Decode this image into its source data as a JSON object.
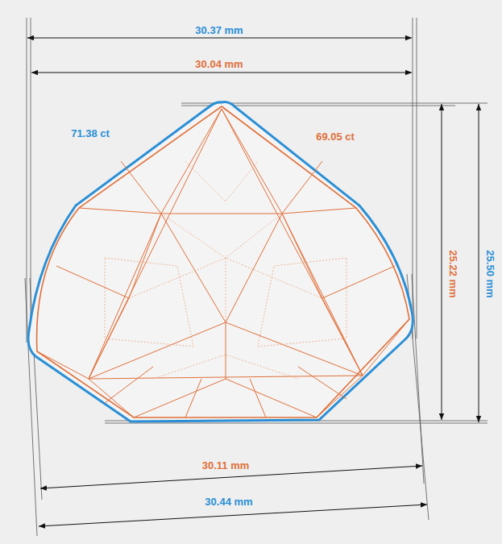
{
  "diagram": {
    "labels": [
      "30.37 mm",
      "30.04 mm",
      "71.38 ct",
      "69.05 ct",
      "25.22 mm",
      "25.50 mm",
      "30.11 mm",
      "30.44 mm"
    ]
  }
}
